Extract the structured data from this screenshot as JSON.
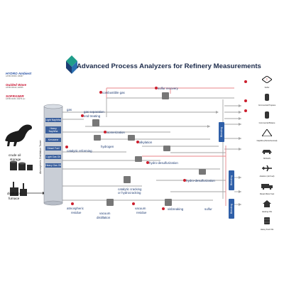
{
  "title": "Advanced Process Analyzers for Refinery Measurements",
  "brands": [
    {
      "name": "HYDRO Ambient",
      "sub": "ASTM D5453, D6667",
      "color": "#2b54a6"
    },
    {
      "name": "Guided Wave",
      "sub": "ASTM D6122, E1655",
      "color": "#c8102e"
    },
    {
      "name": "SOFRASER",
      "sub": "ASTM D445, D2270 etc",
      "color": "#c8102e"
    }
  ],
  "left_labels": {
    "crude": "crude oil",
    "storage": "storage",
    "distillation": "distillation",
    "furnace": "furnace"
  },
  "column": {
    "title": "Atmospheric Distillation Tower",
    "cuts": [
      "Light Naphtha",
      "Heavy Naphtha",
      "Kerosene",
      "Diesel Fuel",
      "Light Gas Oil",
      "Heavy Gas Oil"
    ]
  },
  "units": {
    "combustible_gas": "combustible gas",
    "sulfur_recovery": "sulfur recovery",
    "gas": "gas",
    "gas_separation": "gas separation",
    "end_treating": "end treating",
    "isomerization": "isomerization",
    "alkylation": "alkylation",
    "catalytic_reforming": "catalytic reforming",
    "hydrogen": "hydrogen",
    "hydro_desulf_1": "hydro-desulfurization",
    "hydro_desulf_2": "hydro-desulfurization",
    "catalytic_cracking": "catalytic cracking",
    "hydrocracking": "or hydrocracking",
    "atmospheric": "atmospheric",
    "residue_1": "residue",
    "vacuum": "vacuum",
    "residue_2": "residue",
    "vacuum_dist": "vacuum",
    "distillation_2": "distillation",
    "visbreaking": "visbreaking",
    "sulfur": "sulfur"
  },
  "blending": [
    "Blending",
    "Blending",
    "Blending"
  ],
  "products": [
    "Sulfur",
    "Commercial Propane",
    "Commercial Butane",
    "Naphtha (Petrochemical)",
    "MOGAS",
    "Aviation (Jet Fuel)",
    "Diesel Motor Fuel",
    "Heating Oils",
    "Heavy Fuel Oils"
  ],
  "colors": {
    "accent": "#2f5fa8",
    "flow": "#9a9a9a",
    "hot": "#e8848a",
    "alert": "#cc1f2d"
  }
}
